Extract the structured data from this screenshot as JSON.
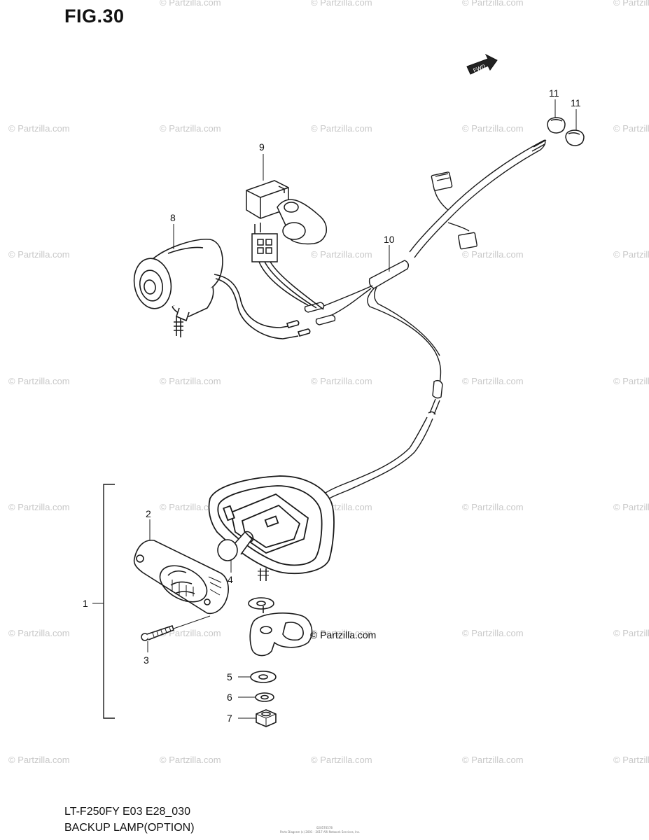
{
  "figure": {
    "title": "FIG.30",
    "model_line": "LT-F250FY E03 E28_030",
    "description_line": "BACKUP LAMP(OPTION)",
    "fwd_label": "FWD",
    "tiny_code": "020570578",
    "tiny_copyright": "Parts Diagram (c) 2001 - 2017 ARI Network Services, Inc."
  },
  "watermark": {
    "text": "© Partzilla.com",
    "callout_text": "© Partzilla.com"
  },
  "callouts": [
    {
      "id": "c1",
      "label": "1"
    },
    {
      "id": "c2",
      "label": "2"
    },
    {
      "id": "c3",
      "label": "3"
    },
    {
      "id": "c4",
      "label": "4"
    },
    {
      "id": "c5",
      "label": "5"
    },
    {
      "id": "c6",
      "label": "6"
    },
    {
      "id": "c7",
      "label": "7"
    },
    {
      "id": "c8",
      "label": "8"
    },
    {
      "id": "c9",
      "label": "9"
    },
    {
      "id": "c10",
      "label": "10"
    },
    {
      "id": "c11a",
      "label": "11"
    },
    {
      "id": "c11b",
      "label": "11"
    }
  ],
  "colors": {
    "line": "#1a1a1a",
    "watermark": "#c8c8c8",
    "background": "#ffffff"
  }
}
